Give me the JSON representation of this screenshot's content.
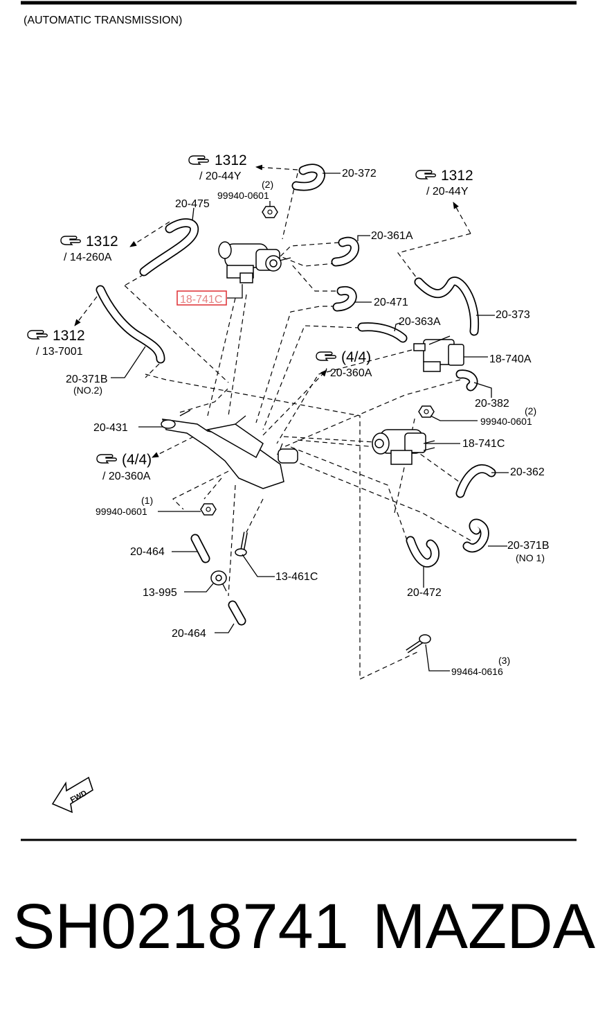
{
  "header": {
    "title": "(AUTOMATIC TRANSMISSION)"
  },
  "refs": {
    "ref_1312_a": {
      "num": "1312",
      "sub": "/ 20-44Y"
    },
    "ref_1312_b": {
      "num": "1312",
      "sub": "/ 20-44Y"
    },
    "ref_1312_c": {
      "num": "1312",
      "sub": "/ 14-260A"
    },
    "ref_1312_d": {
      "num": "1312",
      "sub": "/ 13-7001"
    },
    "ref_44_a": {
      "num": "(4/4)",
      "sub": "/ 20-360A"
    },
    "ref_44_b": {
      "num": "(4/4)",
      "sub": "/ 20-360A"
    }
  },
  "labels": {
    "p20_372": "20-372",
    "p99940_0601_top_qty": "(2)",
    "p99940_0601_top": "99940-0601",
    "p20_475": "20-475",
    "p20_361A": "20-361A",
    "p18_741C_highlight": "18-741C",
    "p20_471": "20-471",
    "p20_373": "20-373",
    "p20_363A": "20-363A",
    "p18_740A": "18-740A",
    "p20_371B_no2": "20-371B",
    "p20_371B_no2_note": "(NO.2)",
    "p20_382": "20-382",
    "p99940_0601_mid_qty": "(2)",
    "p99940_0601_mid": "99940-0601",
    "p20_431": "20-431",
    "p18_741C": "18-741C",
    "p20_362": "20-362",
    "p99940_0601_low_qty": "(1)",
    "p99940_0601_low": "99940-0601",
    "p20_371B_no1": "20-371B",
    "p20_371B_no1_note": "(NO 1)",
    "p20_464_a": "20-464",
    "p13_461C": "13-461C",
    "p13_995": "13-995",
    "p20_472": "20-472",
    "p20_464_b": "20-464",
    "p99464_0616_qty": "(3)",
    "p99464_0616": "99464-0616",
    "fwd": "FWD"
  },
  "footer": {
    "part_number": "SH0218741",
    "brand": "MAZDA"
  }
}
